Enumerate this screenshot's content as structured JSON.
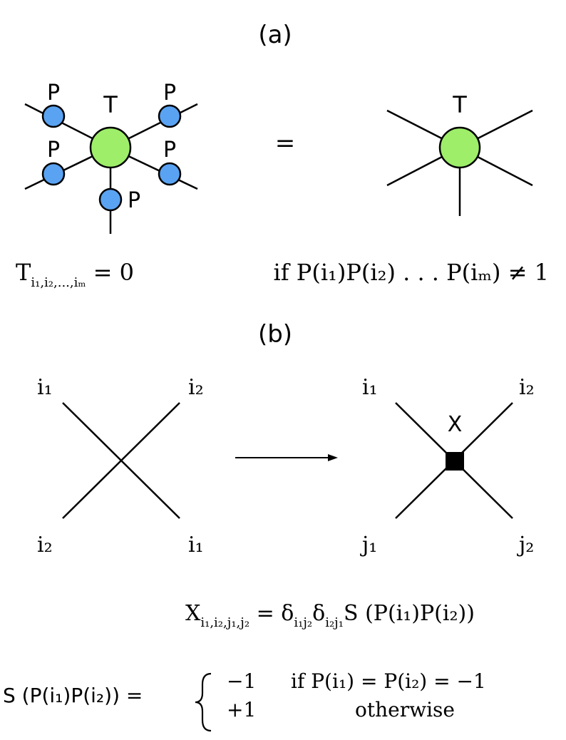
{
  "panel_a": {
    "label": "(a)",
    "node_label_T": "T",
    "node_label_P": "P",
    "equals": "=",
    "equation": {
      "lhs_symbol": "T",
      "lhs_sub": "i₁,i₂,...,iₘ",
      "lhs_rest": " = 0",
      "condition": "if P(i₁)P(i₂) . . . P(iₘ) ≠ 1"
    },
    "colors": {
      "tensor_fill": "#9EEE6A",
      "projector_fill": "#5AA3F2",
      "stroke": "#000000"
    }
  },
  "panel_b": {
    "label": "(b)",
    "left_labels": {
      "top_left": "i₁",
      "top_right": "i₂",
      "bottom_left": "i₂",
      "bottom_right": "i₁"
    },
    "right_labels": {
      "top_left": "i₁",
      "top_right": "i₂",
      "bottom_left": "j₁",
      "bottom_right": "j₂"
    },
    "node_label_X": "X",
    "equation_x": {
      "lhs_symbol": "X",
      "lhs_sub": "i₁,i₂,j₁,j₂",
      "rhs": " = δ",
      "d1_sub": "i₁j₂",
      "d2": "δ",
      "d2_sub": "i₂j₁",
      "tail": "S (P(i₁)P(i₂))"
    },
    "equation_s": {
      "lhs": "S (P(i₁)P(i₂)) =",
      "case1_value": "−1",
      "case1_condition": "if P(i₁) = P(i₂) = −1",
      "case2_value": "+1",
      "case2_condition": "otherwise"
    }
  }
}
